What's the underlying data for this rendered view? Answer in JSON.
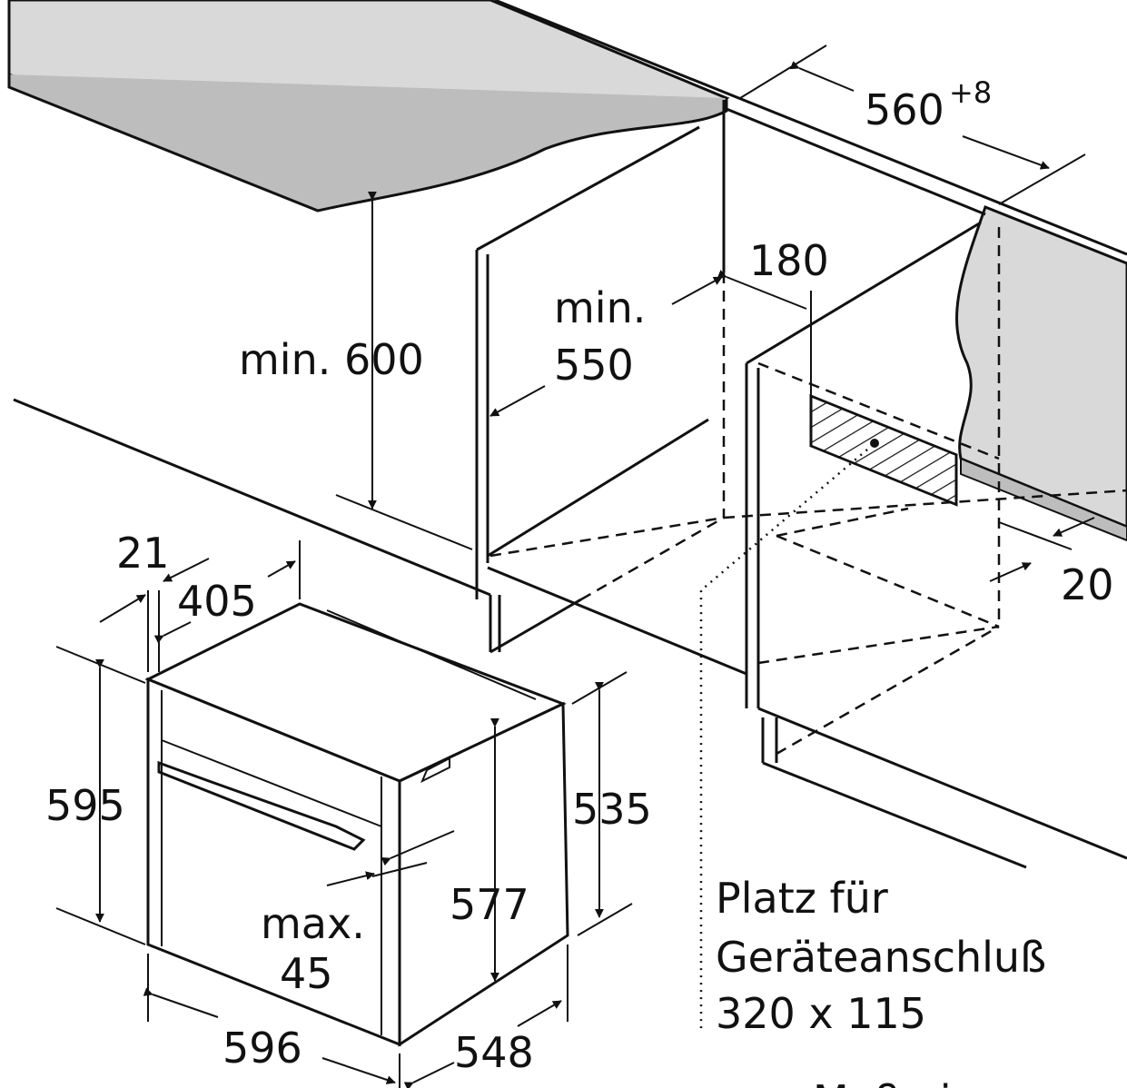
{
  "dimensions": {
    "niche_width": "560",
    "niche_width_tol": "+8",
    "min_height_label": "min. 600",
    "min_depth_line1": "min.",
    "min_depth_line2": "550",
    "vent_depth": "180",
    "rear_gap": "20",
    "front_offset": "21",
    "top_depth": "405",
    "height": "595",
    "side_height": "535",
    "inner_height": "577",
    "door_line1": "max.",
    "door_line2": "45",
    "width": "596",
    "depth": "548"
  },
  "connection_note": {
    "line1": "Platz für",
    "line2": "Geräteanschluß",
    "line3": "320 x 115"
  },
  "footer_partial": "Maße in"
}
